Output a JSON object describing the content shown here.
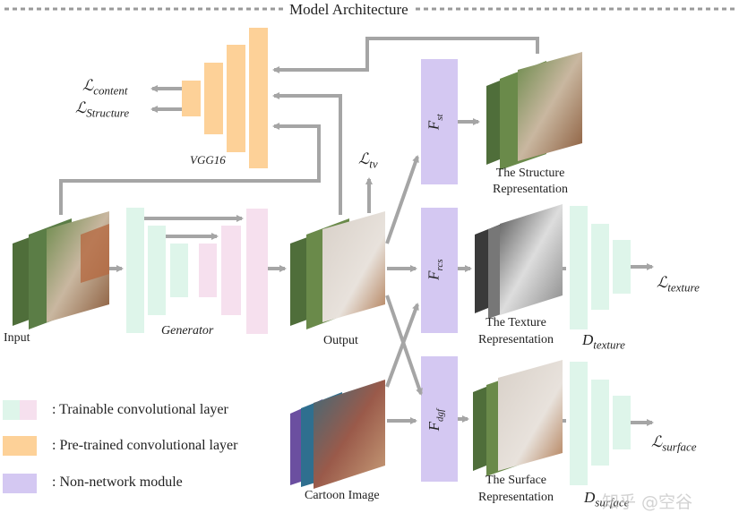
{
  "title": "Model Architecture",
  "captions": {
    "input": "Input",
    "generator": "Generator",
    "output": "Output",
    "vgg": "VGG16",
    "cartoon": "Cartoon Image",
    "structure_rep_1": "The Structure",
    "structure_rep_2": "Representation",
    "texture_rep_1": "The Texture",
    "texture_rep_2": "Representation",
    "surface_rep_1": "The Surface",
    "surface_rep_2": "Representation"
  },
  "modules": {
    "fst": "F",
    "fst_sub": "st",
    "frcs": "F",
    "frcs_sub": "rcs",
    "fdgf": "F",
    "fdgf_sub": "dgf"
  },
  "losses": {
    "content": "ℒ",
    "content_sub": "content",
    "structure": "ℒ",
    "structure_sub": "Structure",
    "tv": "ℒ",
    "tv_sub": "tv",
    "texture": "ℒ",
    "texture_sub": "texture",
    "surface": "ℒ",
    "surface_sub": "surface",
    "d_texture": "D",
    "d_texture_sub": "texture",
    "d_surface": "D",
    "d_surface_sub": "surface"
  },
  "legend": [
    {
      "label": ": Trainable convolutional layer"
    },
    {
      "label": ": Pre-trained convolutional layer"
    },
    {
      "label": ": Non-network module"
    }
  ],
  "watermark": "知乎 @空谷",
  "colors": {
    "trainable_green": "#def5ea",
    "trainable_pink": "#f6e0ee",
    "pretrained": "#fdd198",
    "module": "#d4c8f2",
    "arrow": "#a5a5a5"
  }
}
